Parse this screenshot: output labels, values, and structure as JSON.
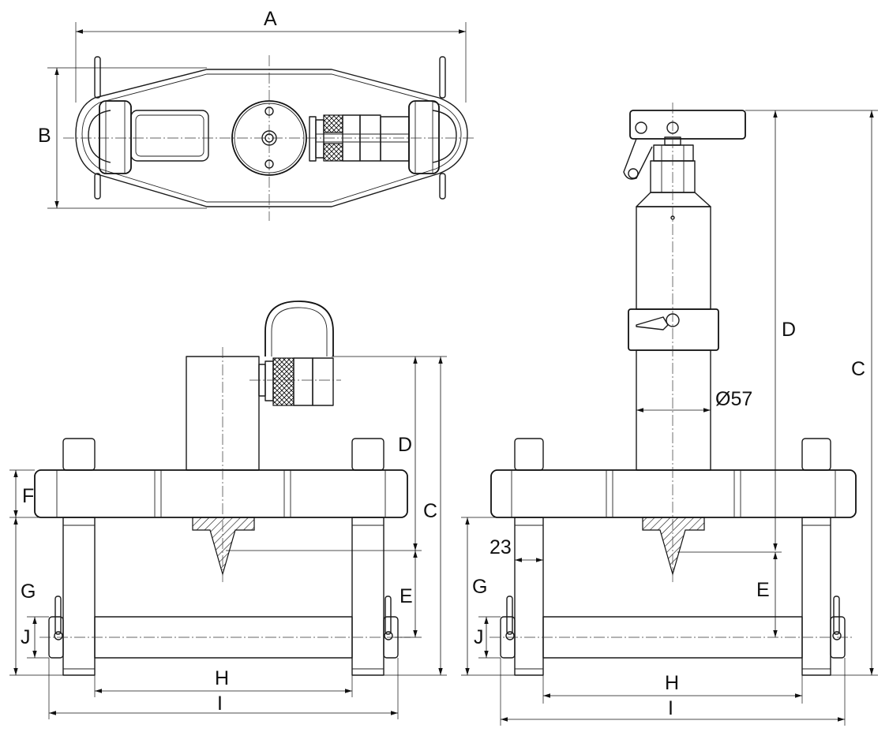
{
  "labels": {
    "A": "A",
    "B": "B",
    "C": "C",
    "D": "D",
    "E": "E",
    "F": "F",
    "G": "G",
    "H": "H",
    "I": "I",
    "J": "J",
    "dia57": "Ø57",
    "d23": "23"
  },
  "colors": {
    "line": "#111111",
    "background": "#ffffff"
  }
}
